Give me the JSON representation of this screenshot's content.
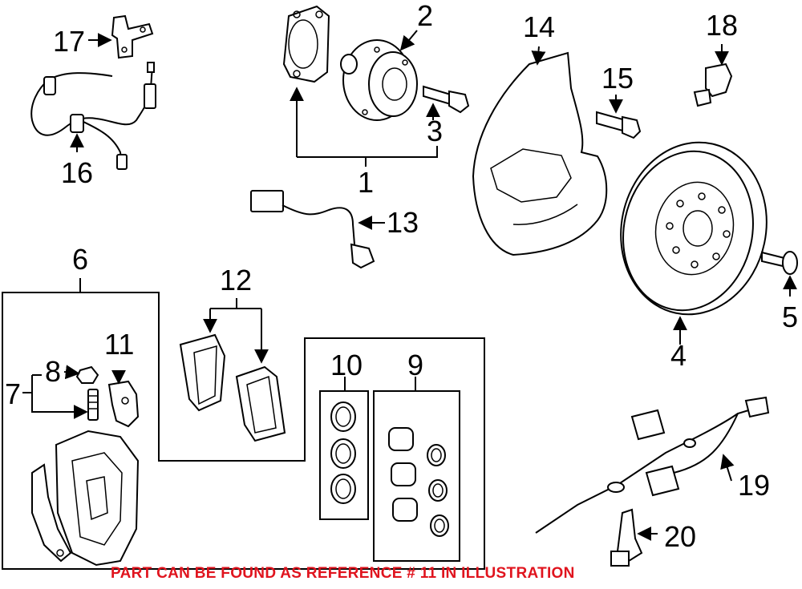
{
  "callouts": [
    "1",
    "2",
    "3",
    "4",
    "5",
    "6",
    "7",
    "8",
    "9",
    "10",
    "11",
    "12",
    "13",
    "14",
    "15",
    "16",
    "17",
    "18",
    "19",
    "20"
  ],
  "caption": "PART CAN BE FOUND AS REFERENCE # 11 IN ILLUSTRATION",
  "colors": {
    "caption": "#e0141e",
    "ink": "#000000",
    "background": "#ffffff"
  }
}
